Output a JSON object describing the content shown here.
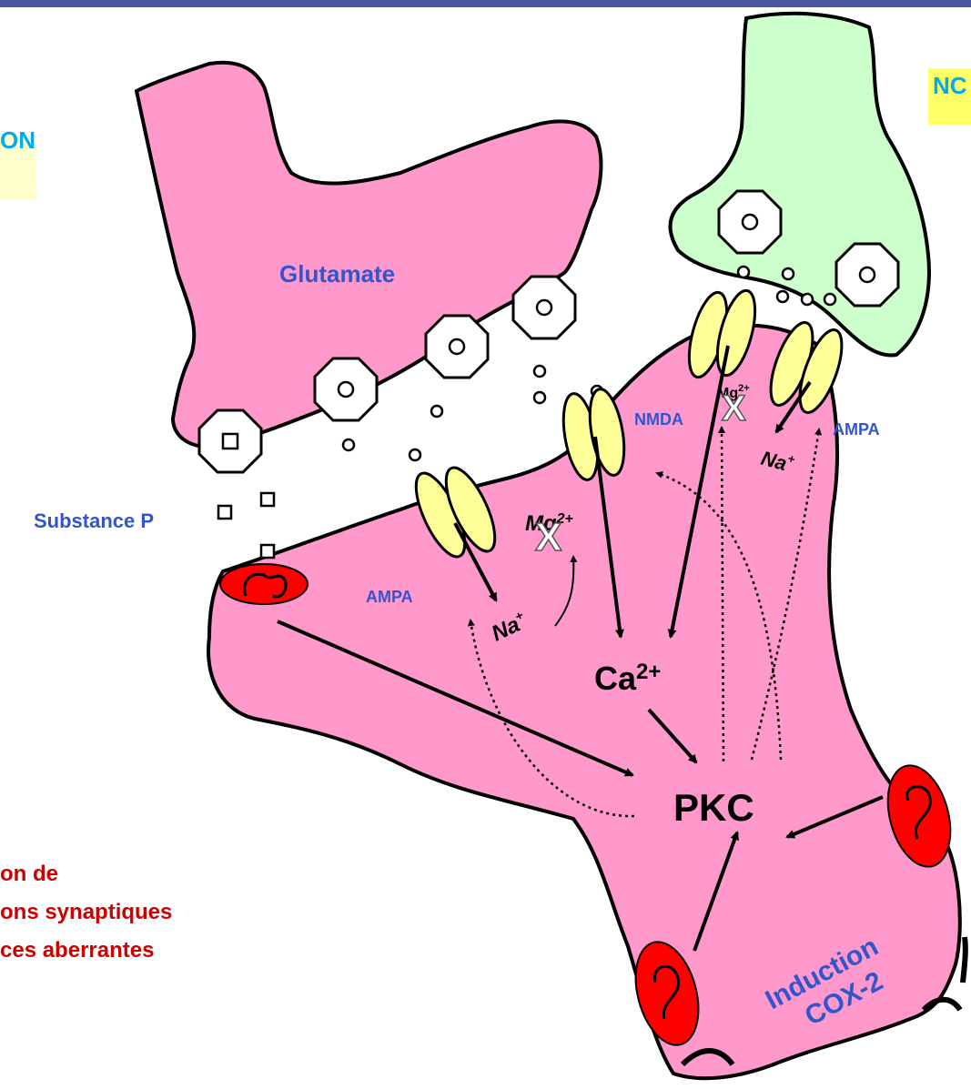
{
  "slide": {
    "top_bar_color": "#4a5a9c",
    "cell_color": "#ff99cc",
    "inhibitory_cell_color": "#ccffcc",
    "receptor_color": "#ffff99",
    "mitochondria_color": "#ff0000"
  },
  "labels": {
    "glutamate": "Glutamate",
    "substance_p": "Substance P",
    "on_fragment": "ON",
    "nc_fragment": "NC",
    "ampa_left": "AMPA",
    "ampa_right": "AMPA",
    "nmda": "NMDA",
    "na_left": "Na",
    "na_left_sup": "+",
    "na_right": "Na",
    "na_right_sup": "+",
    "mg_left": "Mg",
    "mg_left_sup": "2+",
    "mg_right": "Mg",
    "mg_right_sup": "2+",
    "x_left": "X",
    "x_right": "X",
    "ca": "Ca",
    "ca_sup": "2+",
    "pkc": "PKC",
    "induction": "Induction",
    "cox2": "COX-2",
    "red_line_1": "on de",
    "red_line_2": "ons synaptiques",
    "red_line_3": "ces aberrantes"
  }
}
